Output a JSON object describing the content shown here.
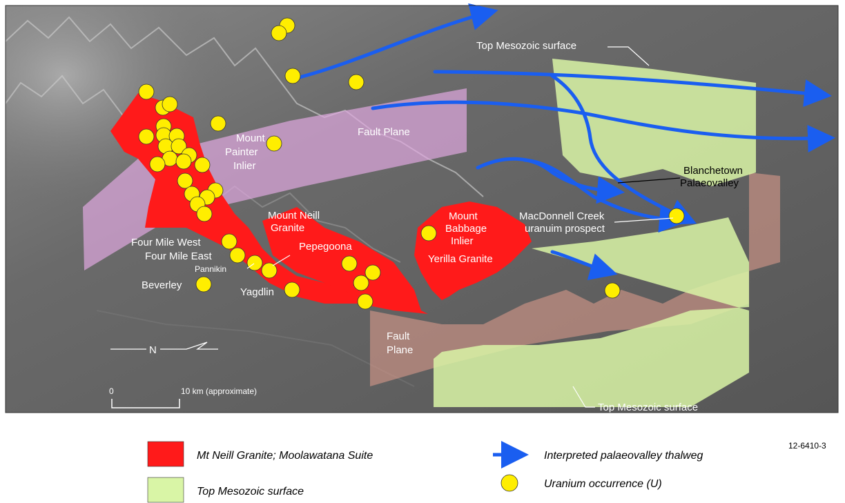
{
  "colors": {
    "granite": "#ff1a1a",
    "mesozoic": "#d9f5a6",
    "fault_plane": "#e0a8e0",
    "fault_plane_south": "#d99a8a",
    "thalweg": "#1a5ef0",
    "uranium": "#ffee00",
    "terrain": "#5e5e5e"
  },
  "map": {
    "labels": {
      "top_mesozoic_north": "Top Mesozoic surface",
      "top_mesozoic_south": "Top Mesozoic surface",
      "fault_plane_north": "Fault Plane",
      "fault_plane_south_1": "Fault",
      "fault_plane_south_2": "Plane",
      "mount_painter_1": "Mount",
      "mount_painter_2": "Painter",
      "mount_painter_3": "Inlier",
      "mount_neill_1": "Mount Neill",
      "mount_neill_2": "Granite",
      "mount_babbage_1": "Mount",
      "mount_babbage_2": "Babbage",
      "mount_babbage_3": "Inlier",
      "yerilla": "Yerilla Granite",
      "blanchetown_1": "Blanchetown",
      "blanchetown_2": "Palaeovalley",
      "macdonnell_1": "MacDonnell Creek",
      "macdonnell_2": "uranuim prospect",
      "four_mile_west": "Four Mile West",
      "four_mile_east": "Four Mile East",
      "pannikin": "Pannikin",
      "pepegoona": "Pepegoona",
      "beverley": "Beverley",
      "yagdlin": "Yagdlin"
    },
    "north_arrow": {
      "label": "N",
      "icon": "north-arrow-icon"
    },
    "scale_bar": {
      "start_label": "0",
      "end_label": "10 km (approximate)"
    },
    "uranium_occurrences": [
      [
        416,
        37
      ],
      [
        404,
        48
      ],
      [
        424,
        110
      ],
      [
        516,
        119
      ],
      [
        212,
        133
      ],
      [
        236,
        156
      ],
      [
        246,
        151
      ],
      [
        316,
        179
      ],
      [
        237,
        183
      ],
      [
        212,
        198
      ],
      [
        237,
        196
      ],
      [
        256,
        197
      ],
      [
        397,
        208
      ],
      [
        240,
        212
      ],
      [
        259,
        212
      ],
      [
        274,
        225
      ],
      [
        246,
        230
      ],
      [
        228,
        238
      ],
      [
        266,
        234
      ],
      [
        293,
        239
      ],
      [
        268,
        262
      ],
      [
        278,
        281
      ],
      [
        312,
        276
      ],
      [
        300,
        286
      ],
      [
        286,
        296
      ],
      [
        296,
        310
      ],
      [
        621,
        338
      ],
      [
        332,
        350
      ],
      [
        344,
        370
      ],
      [
        369,
        381
      ],
      [
        390,
        392
      ],
      [
        506,
        382
      ],
      [
        540,
        395
      ],
      [
        523,
        410
      ],
      [
        295,
        412
      ],
      [
        423,
        420
      ],
      [
        529,
        437
      ],
      [
        980,
        313
      ],
      [
        887,
        421
      ]
    ]
  },
  "figure_id": "12-6410-3",
  "legend": {
    "granite": "Mt Neill Granite; Moolawatana Suite",
    "mesozoic": "Top Mesozoic surface",
    "thalweg": "Interpreted palaeovalley thalweg",
    "uranium": "Uranium occurrence (U)"
  }
}
